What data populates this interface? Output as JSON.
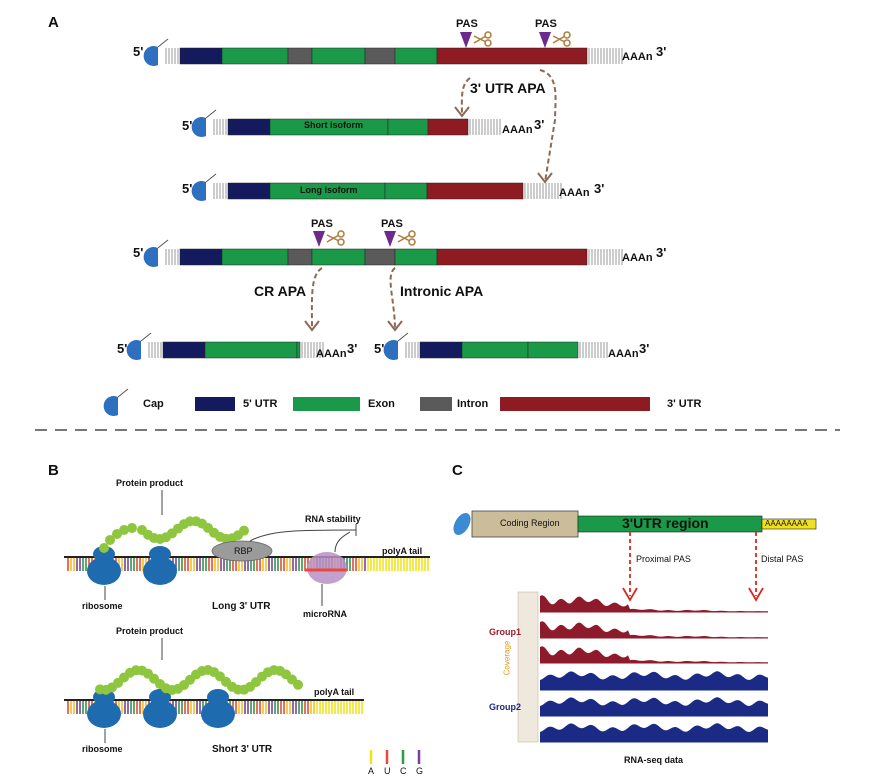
{
  "panels": {
    "a": "A",
    "b": "B",
    "c": "C"
  },
  "colors": {
    "utr5": "#141a5e",
    "exon": "#1a9a48",
    "intron": "#5a5a5a",
    "utr3": "#8e1b22",
    "cap": "#2f6fbf",
    "coding": "#cbbd9a",
    "polyA": "#f0e11c",
    "group1": "#8e1b2b",
    "group2": "#1a2a85",
    "pasArrow": "#d7281e",
    "beads": "#8ec63f",
    "ribosome": "#1f6bb0",
    "rbp": "#9b9b9b",
    "mirna": "#b98fc4"
  },
  "panelA": {
    "pas": "PAS",
    "five_prime": "5'",
    "three_prime": "3'",
    "polyA": "AAAn",
    "utr3_apa": "3' UTR APA",
    "short_isoform": "Short isoform",
    "long_isoform": "Long isoform",
    "cr_apa": "CR APA",
    "intronic_apa": "Intronic APA",
    "legend": [
      {
        "label": "Cap",
        "key": "cap"
      },
      {
        "label": "5' UTR",
        "key": "utr5"
      },
      {
        "label": "Exon",
        "key": "exon"
      },
      {
        "label": "Intron",
        "key": "intron"
      },
      {
        "label": "3' UTR",
        "key": "utr3"
      }
    ]
  },
  "panelB": {
    "protein_product": "Protein product",
    "rna_stability": "RNA stability",
    "rbp": "RBP",
    "polyA_tail": "polyA tail",
    "ribosome": "ribosome",
    "long_utr": "Long 3' UTR",
    "short_utr": "Short 3' UTR",
    "microRNA": "microRNA",
    "bases": [
      "A",
      "U",
      "C",
      "G"
    ]
  },
  "panelC": {
    "coding_region": "Coding Region",
    "utr_region": "3'UTR region",
    "polyA_seq": "AAAAAAAA",
    "proximal_pas": "Proximal  PAS",
    "distal_pas": "Distal PAS",
    "coverage": "Coverage",
    "group1": "Group1",
    "group2": "Group2",
    "rnaseq": "RNA-seq data"
  }
}
